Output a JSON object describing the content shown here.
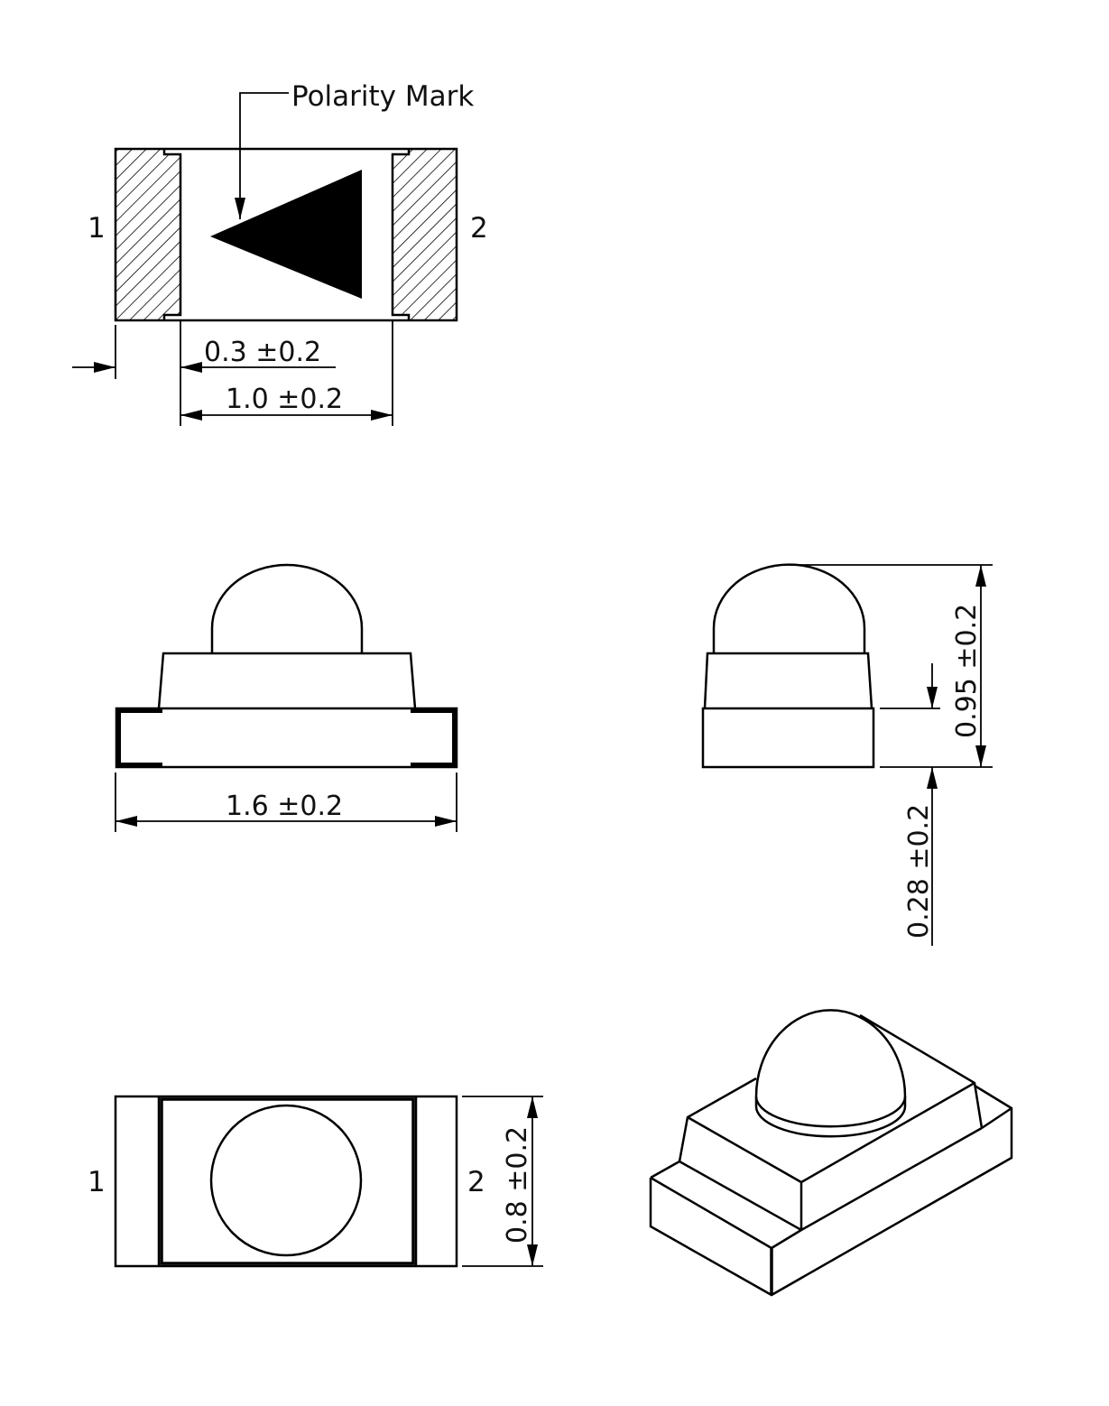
{
  "top_view": {
    "callout": "Polarity Mark",
    "pin_left": "1",
    "pin_right": "2",
    "dim_pad": "0.3 ±0.2",
    "dim_gap": "1.0 ±0.2"
  },
  "side_view": {
    "dim_length": "1.6 ±0.2"
  },
  "end_view": {
    "dim_height": "0.95 ±0.2",
    "dim_base": "0.28 ±0.2"
  },
  "bottom_view": {
    "pin_left": "1",
    "pin_right": "2",
    "dim_width": "0.8 ±0.2"
  },
  "colors": {
    "line": "#000000",
    "background": "#ffffff"
  }
}
